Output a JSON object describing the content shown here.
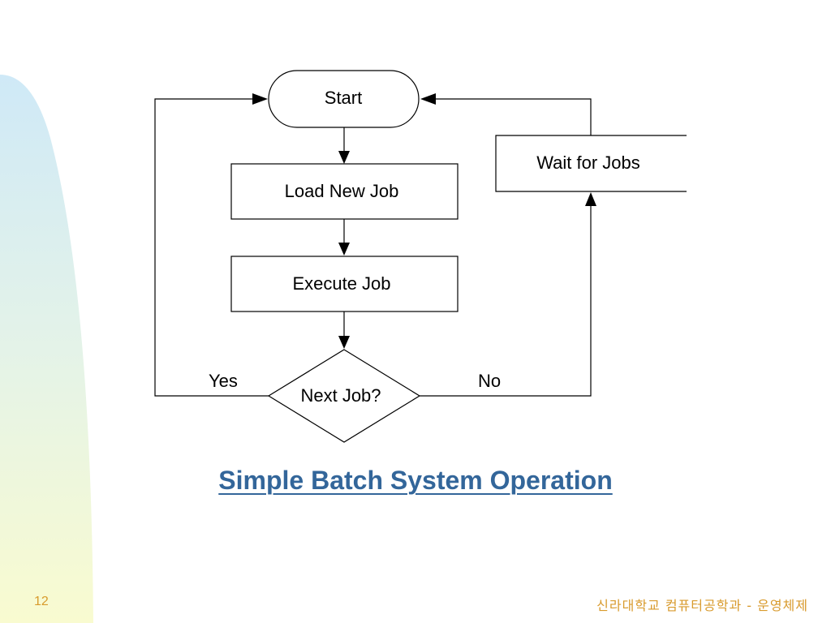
{
  "slide": {
    "title": "Simple Batch System Operation",
    "page_number": "12",
    "footer": "신라대학교 컴퓨터공학과 - 운영체제"
  },
  "colors": {
    "title": "#33669a",
    "footer": "#d89a2c",
    "band_top": "#cfe9f7",
    "band_bottom": "#f9fbd0"
  },
  "diagram": {
    "nodes": {
      "start": "Start",
      "load": "Load New Job",
      "execute": "Execute Job",
      "decision": "Next Job?",
      "wait": "Wait for Jobs"
    },
    "edges": {
      "yes_label": "Yes",
      "no_label": "No"
    }
  }
}
